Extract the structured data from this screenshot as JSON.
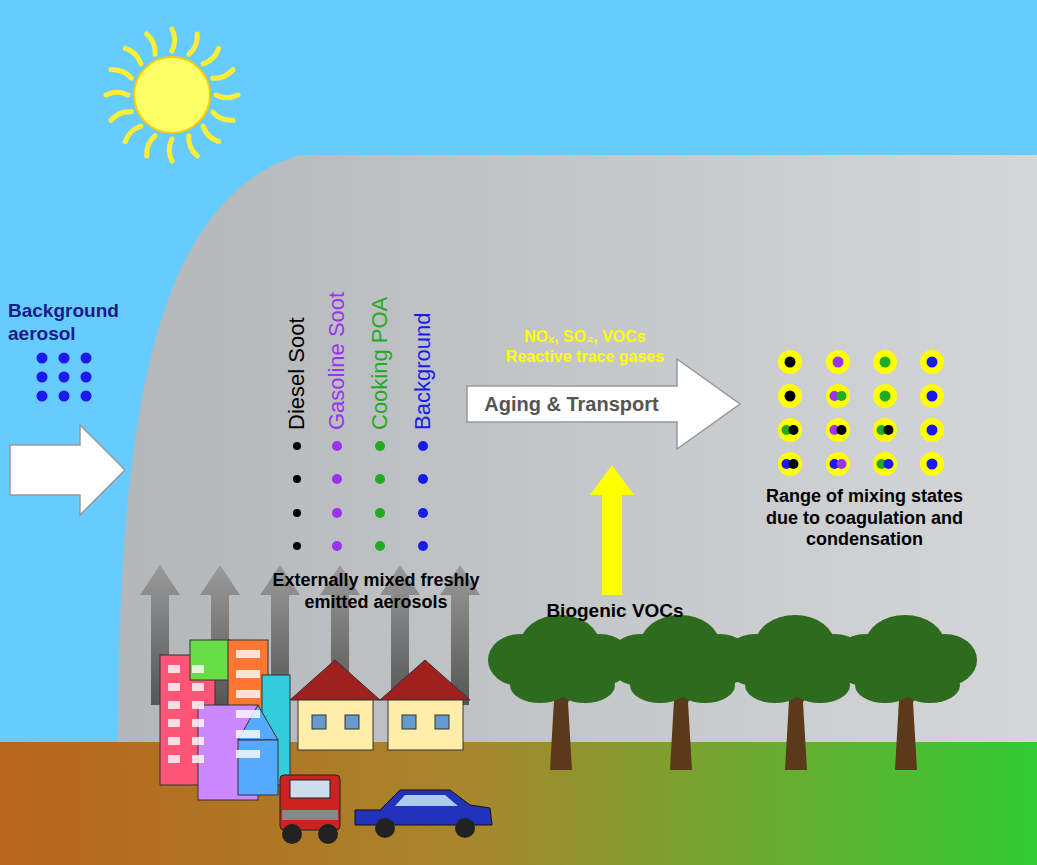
{
  "diagram": {
    "nodes": [
      {
        "text": [
          "Aging & Transport"
        ]
      }
    ],
    "labels": [
      "Background aerosol",
      "Diesel Soot",
      "Gasoline Soot",
      "Cooking POA",
      "Background",
      "Externally mixed freshly emitted aerosols",
      "NOₓ, SO₂, VOCs",
      "Reactive trace gases",
      "Range of mixing states due to coagulation and condensation",
      "Biogenic VOCs"
    ]
  }
}
